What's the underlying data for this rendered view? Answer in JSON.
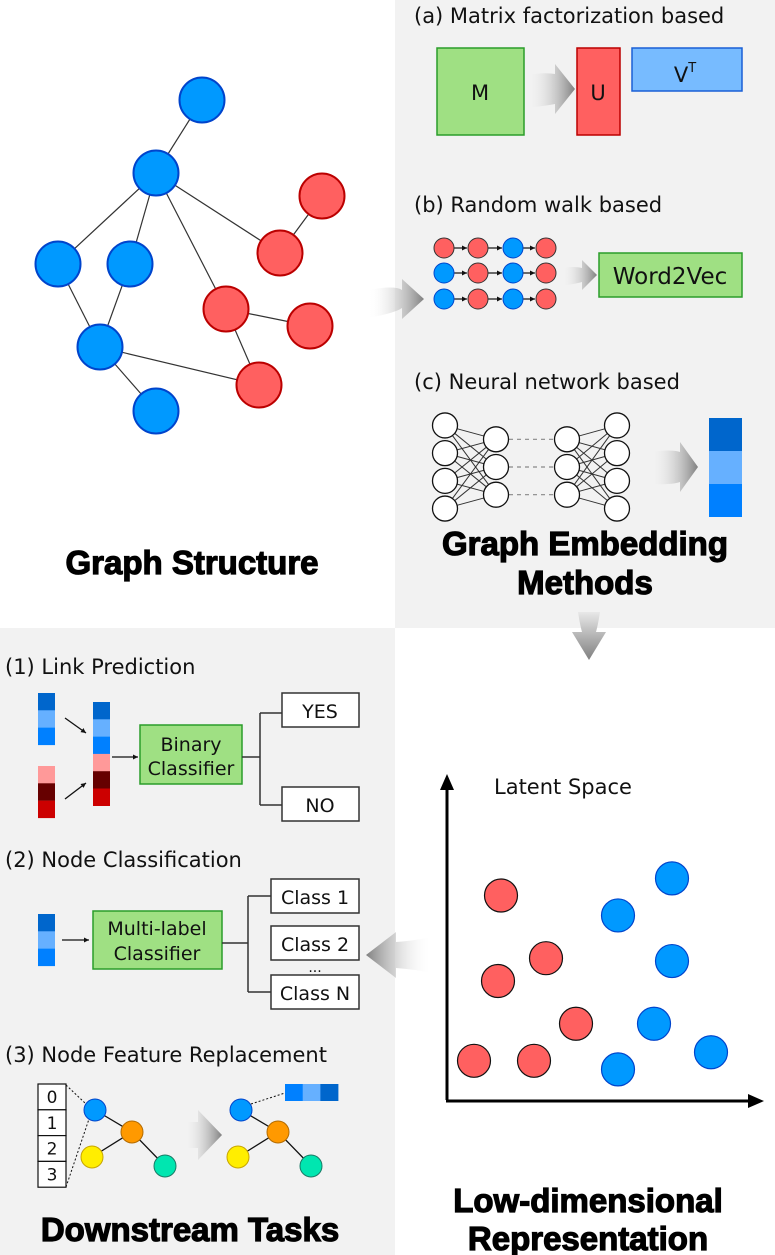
{
  "colors": {
    "panel_bg": "#f2f2f2",
    "node_blue": "#0099ff",
    "node_blue_stroke": "#0044cc",
    "node_red": "#ff6060",
    "node_red_stroke": "#bb0000",
    "green_box": "#9fe083",
    "green_stroke": "#2a9d2a",
    "blue_box": "#77bbff",
    "blue_box_stroke": "#1a5fd6",
    "emb_dark_blue": "#0066cc",
    "emb_light_blue": "#66b0ff",
    "emb_blue": "#0080ff",
    "emb_light_red": "#ff9999",
    "emb_dark_red": "#660000",
    "emb_red": "#cc0000",
    "tree_blue": "#0099ff",
    "tree_orange": "#ff9900",
    "tree_yellow": "#ffee00",
    "tree_teal": "#00e6b0"
  },
  "graph_structure": {
    "title": "Graph Structure",
    "nodes": [
      {
        "id": "b0",
        "cls": "blue"
      },
      {
        "id": "b1",
        "cls": "blue"
      },
      {
        "id": "b2",
        "cls": "blue"
      },
      {
        "id": "b3",
        "cls": "blue"
      },
      {
        "id": "b4",
        "cls": "blue"
      },
      {
        "id": "b5",
        "cls": "blue"
      },
      {
        "id": "r0",
        "cls": "red"
      },
      {
        "id": "r1",
        "cls": "red"
      },
      {
        "id": "r2",
        "cls": "red"
      },
      {
        "id": "r3",
        "cls": "red"
      },
      {
        "id": "r4",
        "cls": "red"
      }
    ],
    "edges": [
      [
        "b0",
        "b1"
      ],
      [
        "b1",
        "b2"
      ],
      [
        "b1",
        "b3"
      ],
      [
        "b1",
        "r1"
      ],
      [
        "b1",
        "r2"
      ],
      [
        "b2",
        "b4"
      ],
      [
        "b3",
        "b4"
      ],
      [
        "b4",
        "b5"
      ],
      [
        "b4",
        "r4"
      ],
      [
        "r0",
        "r1"
      ],
      [
        "r2",
        "r3"
      ],
      [
        "r2",
        "r4"
      ]
    ]
  },
  "embedding_methods": {
    "title_line1": "Graph Embedding",
    "title_line2": "Methods",
    "matrix_factorization": {
      "label": "(a) Matrix factorization based",
      "m": "M",
      "u": "U",
      "v": "V",
      "v_sup": "T"
    },
    "random_walk": {
      "label": "(b) Random walk based",
      "walks": [
        [
          "red",
          "red",
          "blue",
          "red"
        ],
        [
          "blue",
          "red",
          "blue",
          "red"
        ],
        [
          "blue",
          "red",
          "blue",
          "red"
        ]
      ],
      "model": "Word2Vec"
    },
    "neural_network": {
      "label": "(c) Neural network based",
      "layers": [
        4,
        3,
        3,
        4
      ],
      "output_embedding": [
        "dark_blue",
        "light_blue",
        "blue"
      ]
    }
  },
  "low_dim": {
    "title_line1": "Low-dimensional",
    "title_line2": "Representation",
    "chart_label": "Latent Space",
    "points": [
      {
        "cls": "red",
        "x": 0.17,
        "y": 0.7
      },
      {
        "cls": "red",
        "x": 0.32,
        "y": 0.48
      },
      {
        "cls": "red",
        "x": 0.16,
        "y": 0.4
      },
      {
        "cls": "red",
        "x": 0.42,
        "y": 0.25
      },
      {
        "cls": "red",
        "x": 0.08,
        "y": 0.12
      },
      {
        "cls": "red",
        "x": 0.28,
        "y": 0.12
      },
      {
        "cls": "blue",
        "x": 0.74,
        "y": 0.76
      },
      {
        "cls": "blue",
        "x": 0.56,
        "y": 0.63
      },
      {
        "cls": "blue",
        "x": 0.74,
        "y": 0.47
      },
      {
        "cls": "blue",
        "x": 0.68,
        "y": 0.25
      },
      {
        "cls": "blue",
        "x": 0.56,
        "y": 0.09
      },
      {
        "cls": "blue",
        "x": 0.87,
        "y": 0.15
      }
    ]
  },
  "downstream": {
    "title": "Downstream Tasks",
    "link_prediction": {
      "label": "(1) Link Prediction",
      "classifier_line1": "Binary",
      "classifier_line2": "Classifier",
      "outputs": [
        "YES",
        "NO"
      ]
    },
    "node_classification": {
      "label": "(2) Node Classification",
      "classifier_line1": "Multi-label",
      "classifier_line2": "Classifier",
      "classes": [
        "Class 1",
        "Class 2",
        "Class N"
      ],
      "ellipsis": "..."
    },
    "feature_replacement": {
      "label": "(3) Node Feature Replacement",
      "features": [
        "0",
        "1",
        "2",
        "3"
      ]
    }
  }
}
